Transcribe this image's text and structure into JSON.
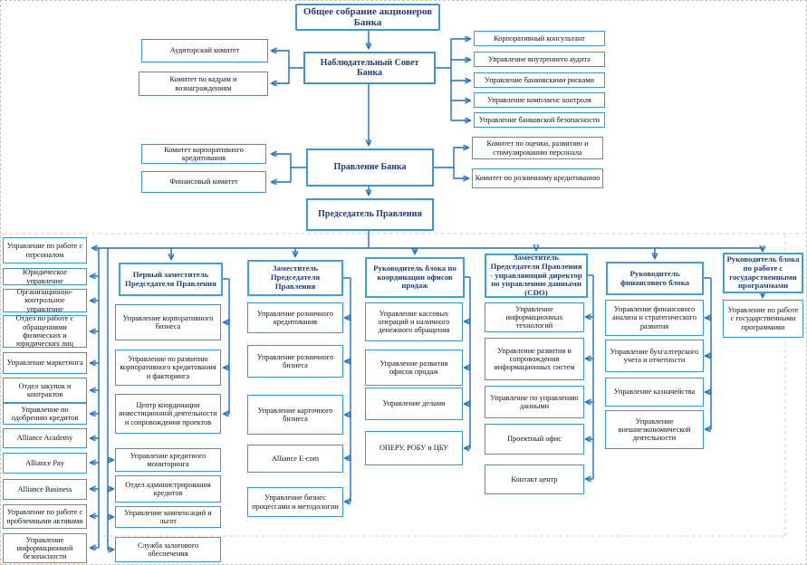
{
  "palette": {
    "box_border": "#3d95d5",
    "header_border": "#41a0dc",
    "connector": "#1d6fc0",
    "header_text": "#1d3d7a",
    "body_text": "#111111",
    "dashed_guide": "#c2c2c2"
  },
  "top": {
    "shareholders": "Общее собрание акционеров Банка",
    "supervisory_board": "Наблюдательный Совет Банка",
    "supervisory_left": [
      "Аудиторский комитет",
      "Комитет по кадрам и вознаграждениям"
    ],
    "supervisory_right": [
      "Корпоративный консультант",
      "Управление внутреннего аудита",
      "Управление банковскими рисками",
      "Управление комплаенс контроля",
      "Управление банковской безопасности"
    ],
    "management_board": "Правление Банка",
    "board_left": [
      "Комитет корпоративного кредитования",
      "Финансовый комитет"
    ],
    "board_right": [
      "Комитет по оценки, развитию и стимулированию персонала",
      "Комитет по розничному кредитованию"
    ],
    "chairman": "Председатель Правления"
  },
  "left_column": [
    "Управление по работе с персоналом",
    "Юридическое управление",
    "Организационно-контрольное управление",
    "Отдел по работе с обращениями физических и юридических лиц",
    "Управление маркетинга",
    "Отдел закупок и контрактов",
    "Управление по одобрению кредитов",
    "Alliance Academy",
    "Alliance Pay",
    "Alliance Business",
    "Управление по работе с проблемными активами",
    "Управление информационной безопасности"
  ],
  "columns": [
    {
      "header": "Первый заместитель Председателя Правления",
      "items": [
        "Управление корпоративного бизнеса",
        "Управление по развитию корпоративного кредитования и факторинга",
        "Центр координации инвестиционной деятельности и сопровождения проектов",
        "Управление кредитного мониторинга",
        "Отдел администрирования кредитов",
        "Управление компенсаций и льгот",
        "Служба залогового обеспечения"
      ]
    },
    {
      "header": "Заместитель Председателя Правления",
      "items": [
        "Управление розничного кредитования",
        "Управление розничного бизнеса",
        "Управление карточного бизнеса",
        "Alliance E-com",
        "Управление бизнес процессами и методологии"
      ]
    },
    {
      "header": "Руководитель блока по координации офисов продаж",
      "items": [
        "Управление кассовых операций и наличного денежного обращения",
        "Управление развития офисов продаж",
        "Управление делами",
        "ОПЕРУ, РОБУ и ЦБУ"
      ]
    },
    {
      "header": "Заместитель Председателя Правления - управляющий директор по управлению данными (CDO)",
      "items": [
        "Управление информационных технологий",
        "Управление развития и сопровождения информационных систем",
        "Управление по управлению данными",
        "Проектный офис",
        "Контакт центр"
      ]
    },
    {
      "header": "Руководитель финансового блока",
      "items": [
        "Управление финансового анализа и стратегического развития",
        "Управление бухгалтерского учета и отчетности",
        "Управление казначейства",
        "Управление внешнеэкономической деятельности"
      ]
    },
    {
      "header": "Руководитель блока по работе с государственными программами",
      "items": [
        "Управление по работе с государственными программами"
      ]
    }
  ]
}
